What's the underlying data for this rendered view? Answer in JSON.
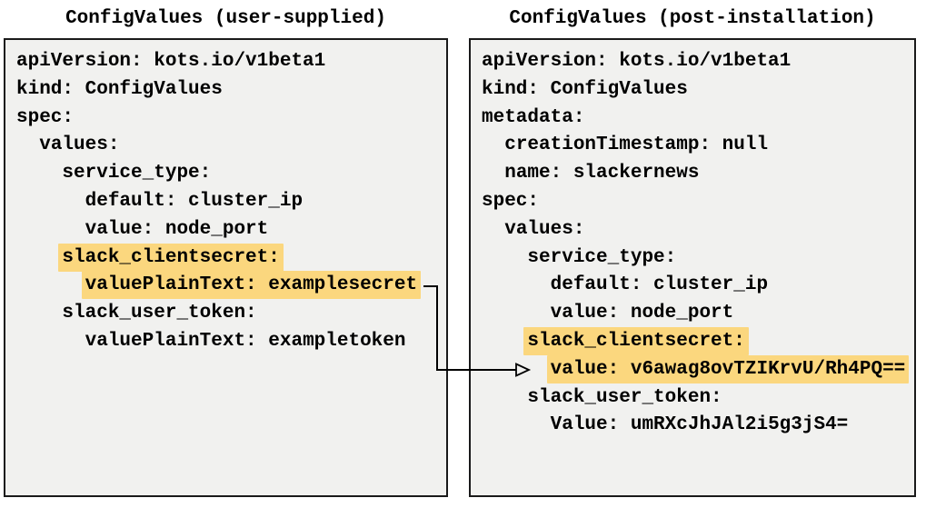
{
  "diagram": {
    "panels": [
      {
        "id": "user-supplied",
        "title": "ConfigValues (user-supplied)",
        "lines": [
          {
            "text": "apiVersion: kots.io/v1beta1"
          },
          {
            "text": "kind: ConfigValues"
          },
          {
            "text": "spec:"
          },
          {
            "text": "  values:"
          },
          {
            "text": "    service_type:"
          },
          {
            "text": "      default: cluster_ip"
          },
          {
            "text": "      value: node_port"
          },
          {
            "text": "    slack_clientsecret:",
            "highlight": true
          },
          {
            "text": "      valuePlainText: examplesecret",
            "highlight": true
          },
          {
            "text": "    slack_user_token:"
          },
          {
            "text": "      valuePlainText: exampletoken"
          }
        ]
      },
      {
        "id": "post-installation",
        "title": "ConfigValues (post-installation)",
        "lines": [
          {
            "text": "apiVersion: kots.io/v1beta1"
          },
          {
            "text": "kind: ConfigValues"
          },
          {
            "text": "metadata:"
          },
          {
            "text": "  creationTimestamp: null"
          },
          {
            "text": "  name: slackernews"
          },
          {
            "text": "spec:"
          },
          {
            "text": "  values:"
          },
          {
            "text": "    service_type:"
          },
          {
            "text": "      default: cluster_ip"
          },
          {
            "text": "      value: node_port"
          },
          {
            "text": "    slack_clientsecret:",
            "highlight": true
          },
          {
            "text": "      value: v6awag8ovTZIKrvU/Rh4PQ==",
            "highlight": true
          },
          {
            "text": "    slack_user_token:"
          },
          {
            "text": "      Value: umRXcJhJAl2i5g3jS4="
          }
        ]
      }
    ],
    "arrow": {
      "from_text": "valuePlainText: examplesecret",
      "to_text": "value: v6awag8ovTZIKrvU/Rh4PQ=="
    },
    "colors": {
      "highlight": "#FBD77E",
      "panel_background": "#F1F1EF",
      "border": "#1A1A1A"
    }
  }
}
